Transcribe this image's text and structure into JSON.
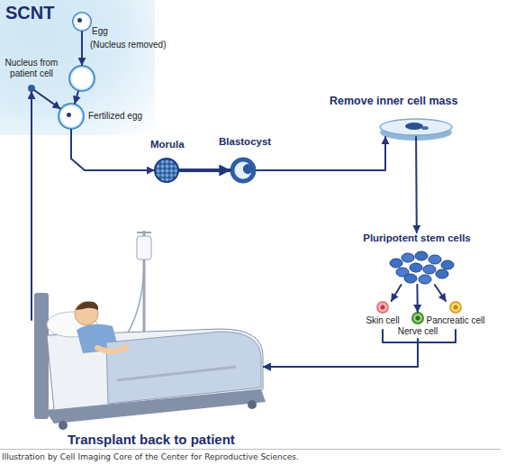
{
  "diagram": {
    "caption": "Illustration by Cell Imaging Core of the Center for Reproductive Sciences.",
    "nodes": [
      {
        "text": [
          "SCNT"
        ]
      },
      {
        "text": [
          "Egg"
        ],
        "in": 0
      },
      {
        "text": [
          "(Nucleus removed)"
        ],
        "in": 0
      },
      {
        "text": [
          "Nucleus from patient cell"
        ],
        "in": 0
      },
      {
        "text": [
          "Fertilized egg"
        ],
        "in": 0
      },
      {
        "text": [
          "Morula"
        ]
      },
      {
        "text": [
          "Blastocyst"
        ]
      },
      {
        "text": [
          "Remove inner cell mass"
        ]
      },
      {
        "text": [
          "Pluripotent stem cells"
        ]
      },
      {
        "text": [
          "Skin cell"
        ]
      },
      {
        "text": [
          "Nerve cell"
        ]
      },
      {
        "text": [
          "Pancreatic cell"
        ]
      },
      {
        "text": [
          "Transplant back to patient"
        ]
      }
    ],
    "edges": [
      {
        "from": 1,
        "to": 2,
        "arrow": "to"
      },
      {
        "from": 2,
        "to": 4,
        "arrow": "to"
      },
      {
        "from": 3,
        "to": 4,
        "arrow": "to"
      },
      {
        "from": 4,
        "to": 5,
        "arrow": "to"
      },
      {
        "from": 5,
        "to": 6,
        "arrow": "to"
      },
      {
        "from": 6,
        "to": 7,
        "arrow": "to"
      },
      {
        "from": 7,
        "to": 8,
        "arrow": "to"
      },
      {
        "from": 8,
        "to": 9,
        "arrow": "to"
      },
      {
        "from": 8,
        "to": 10,
        "arrow": "to"
      },
      {
        "from": 8,
        "to": 11,
        "arrow": "to"
      },
      {
        "from": 9,
        "to": 12,
        "arrow": "to"
      },
      {
        "from": 10,
        "to": 12,
        "arrow": "to"
      },
      {
        "from": 11,
        "to": 12,
        "arrow": "to"
      },
      {
        "from": 12,
        "to": 3,
        "arrow": "to"
      }
    ]
  }
}
